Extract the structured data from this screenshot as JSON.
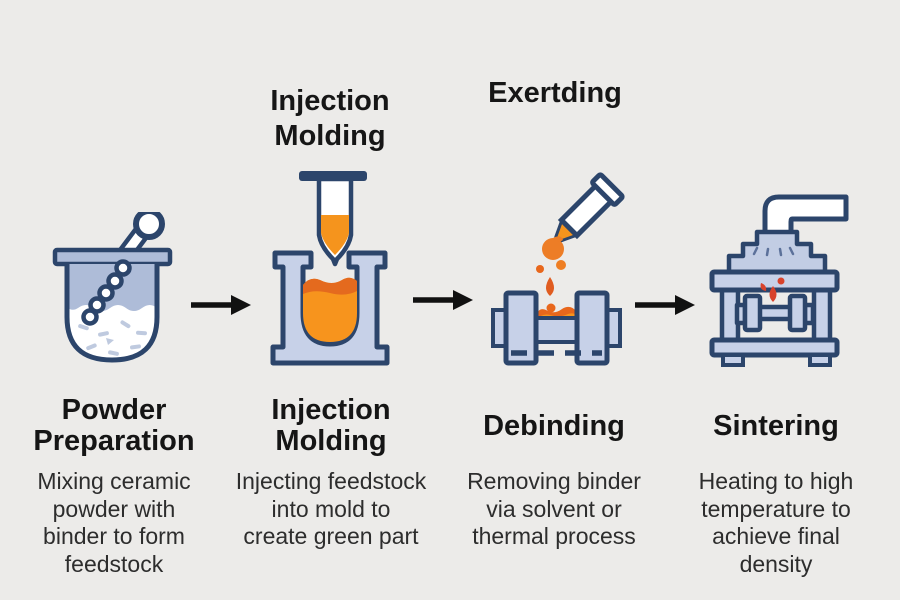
{
  "diagram": {
    "top_labels": [
      {
        "text": "Injection\nMolding"
      },
      {
        "text": "Exertding"
      }
    ],
    "steps": [
      {
        "title": "Powder\nPreparation",
        "description": "Mixing ceramic\npowder with\nbinder to form\nfeedstock",
        "icon": "mortar-pestle-icon"
      },
      {
        "title": "Injection\nMolding",
        "description": "Injecting feedstock\ninto mold to\ncreate green part",
        "icon": "injection-mold-icon"
      },
      {
        "title": "Debinding",
        "description": "Removing binder\nvia solvent or\nthermal process",
        "icon": "debinding-press-icon"
      },
      {
        "title": "Sintering",
        "description": "Heating to high\ntemperature to\nachieve final\ndensity",
        "icon": "sintering-furnace-icon"
      }
    ],
    "colors": {
      "background": "#ECEBE9",
      "outline_navy": "#2C456B",
      "fill_periwinkle": "#C7D1E8",
      "fill_blue_gray": "#AEBCD8",
      "orange": "#F5941D",
      "orange_dark": "#E8671C",
      "flame_red": "#D8422B",
      "arrow_black": "#111111",
      "heading_text": "#151515",
      "body_text": "#2D2D2D"
    }
  }
}
